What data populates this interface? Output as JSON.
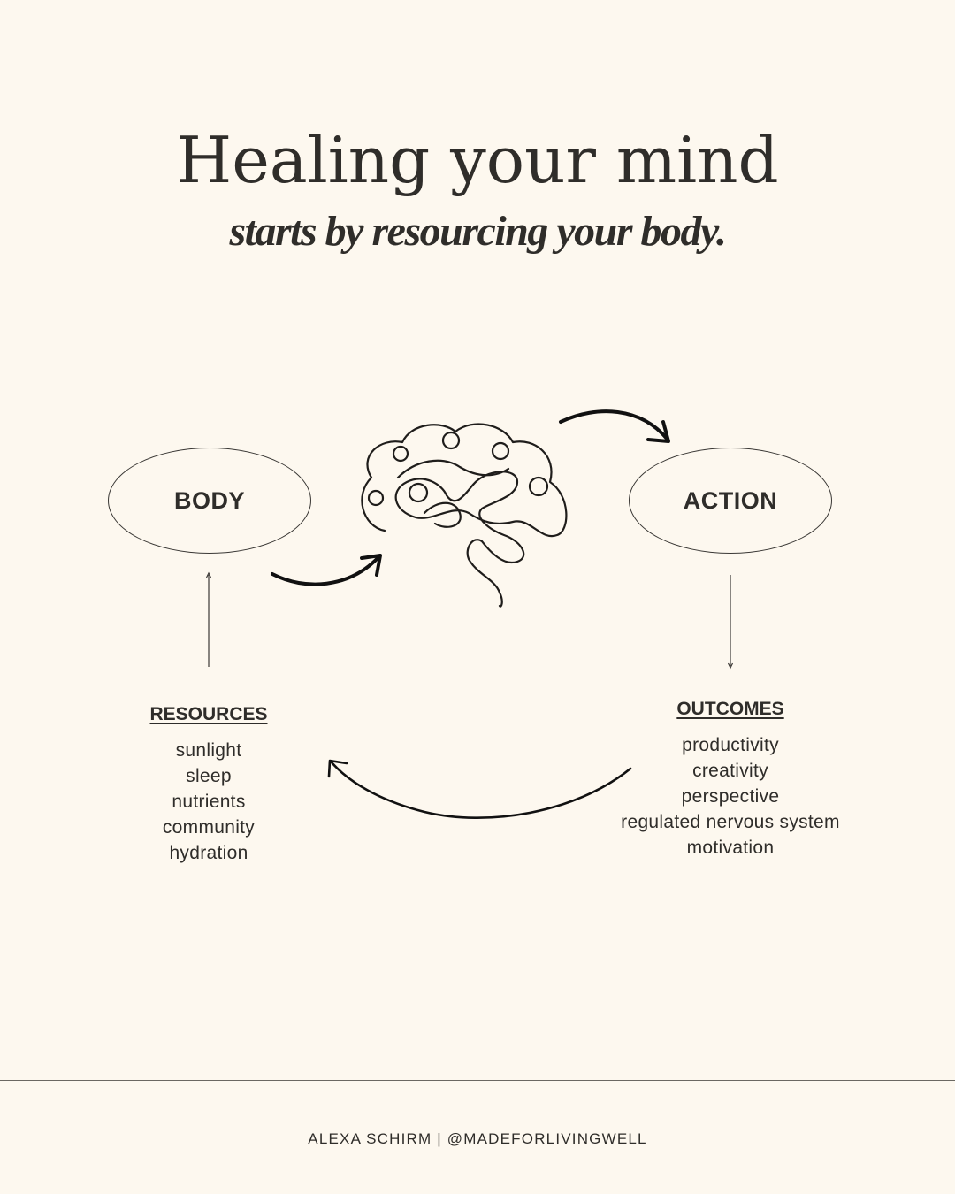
{
  "header": {
    "title": "Healing your mind",
    "subtitle": "starts by resourcing your body."
  },
  "nodes": {
    "body": "BODY",
    "action": "ACTION"
  },
  "resources": {
    "heading": "RESOURCES",
    "items": [
      "sunlight",
      "sleep",
      "nutrients",
      "community",
      "hydration"
    ]
  },
  "outcomes": {
    "heading": "OUTCOMES",
    "items": [
      "productivity",
      "creativity",
      "perspective",
      "regulated nervous system",
      "motivation"
    ]
  },
  "icons": {
    "center": "brain-icon"
  },
  "footer": {
    "credit": "ALEXA SCHIRM | @MADEFORLIVINGWELL"
  },
  "colors": {
    "background": "#fdf8ef",
    "ink": "#2f2d2a"
  }
}
